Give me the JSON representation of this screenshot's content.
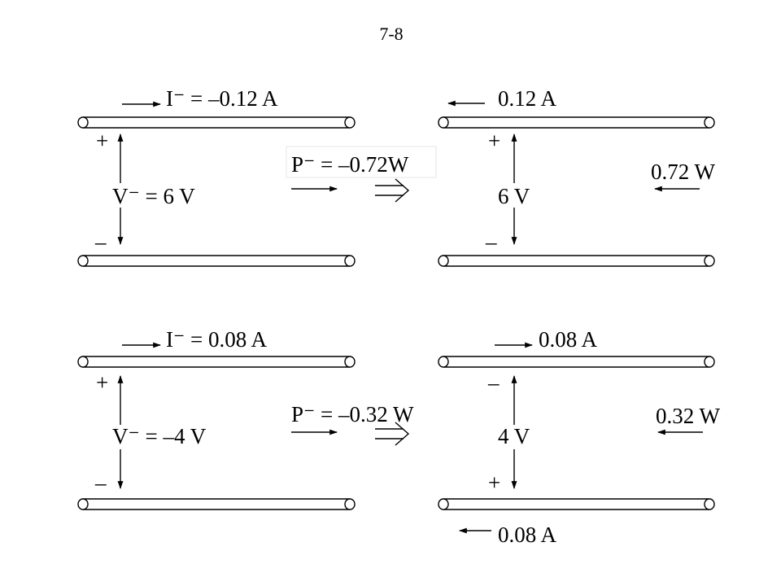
{
  "page_number": "7-8",
  "top_left": {
    "current_label": "I⁻ = –0.12 A",
    "voltage_label": "V⁻ = 6 V",
    "plus": "+",
    "minus": "–"
  },
  "top_middle": {
    "power_label": "P⁻ = –0.72W",
    "implies": "⇒"
  },
  "top_right": {
    "current_label": "0.12 A",
    "voltage_label": "6 V",
    "power_label": "0.72 W",
    "plus": "+",
    "minus": "–"
  },
  "bottom_left": {
    "current_label": "I⁻ = 0.08 A",
    "voltage_label": "V⁻ = –4 V",
    "plus": "+",
    "minus": "–"
  },
  "bottom_middle": {
    "power_label": "P⁻ = –0.32 W",
    "implies": "⇒"
  },
  "bottom_right": {
    "current_top_label": "0.08 A",
    "current_bottom_label": "0.08 A",
    "voltage_label": "4 V",
    "power_label": "0.32 W",
    "top_sign": "–",
    "bottom_sign": "+"
  }
}
